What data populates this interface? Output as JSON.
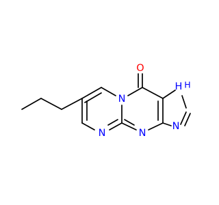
{
  "molecule": {
    "atoms": {
      "carbonyl_oxygen": {
        "symbol": "O",
        "color": "#ff0000"
      },
      "bridgehead_nitrogen": {
        "symbol": "N",
        "color": "#0000ff"
      },
      "pyrimidine_nitrogen": {
        "symbol": "N",
        "color": "#0000ff"
      },
      "bridge_nitrogen": {
        "symbol": "N",
        "color": "#0000ff"
      },
      "imidazole_nh": {
        "symbol": "H",
        "hydrogen": "H",
        "color": "#0000ff"
      },
      "imidazole_nitrogen": {
        "symbol": "N",
        "color": "#0000ff"
      }
    }
  }
}
